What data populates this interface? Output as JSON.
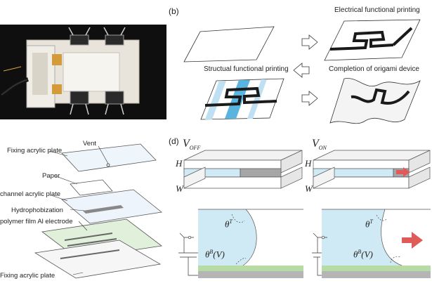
{
  "panels": {
    "b": "(b)",
    "d": "(d)"
  },
  "panel_b": {
    "electrical_printing": "Electrical functional printing",
    "structural_printing": "Structual functional printing",
    "origami_completion": "Completion of origami device"
  },
  "panel_c": {
    "labels": [
      "Vent",
      "Fixing acrylic plate",
      "Paper",
      "channel acrylic plate",
      "Hydrophobization",
      "polymer film Al electrode",
      "Fixing acrylic plate"
    ]
  },
  "panel_d": {
    "v_off": {
      "main": "V",
      "sub": "OFF"
    },
    "v_on": {
      "main": "V",
      "sub": "ON"
    },
    "height_symbol": "H",
    "width_symbol": "W",
    "theta_top": "θ",
    "theta_top_sup": "T",
    "theta_bottom": "θ",
    "theta_bottom_sup": "B",
    "theta_bottom_arg": "(V)"
  },
  "colors": {
    "liquid": "#cfeaf5",
    "electrode_green": "#b8dba6",
    "substrate": "#b5b5b5",
    "flow_arrow": "#e05a5a",
    "blue_stripe": "#5ab4e0",
    "dark_pattern": "#1a1a1a"
  }
}
